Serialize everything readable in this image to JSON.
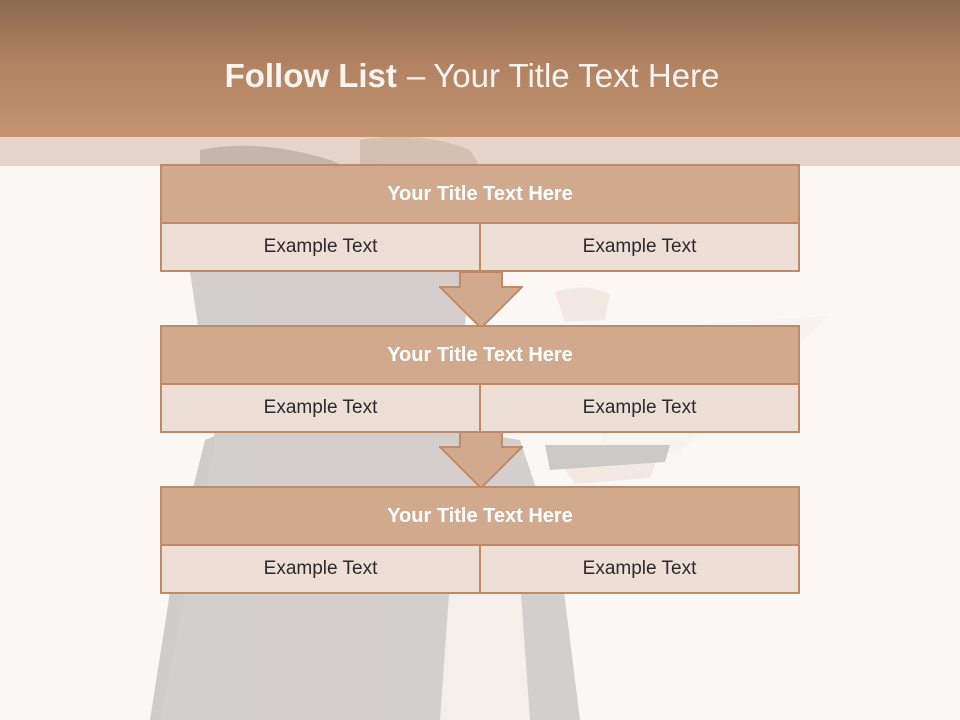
{
  "slide": {
    "title_bold": "Follow List",
    "title_sep": "–",
    "title_rest": "Your Title Text Here"
  },
  "steps": [
    {
      "title": "Your Title Text Here",
      "left": "Example Text",
      "right": "Example Text"
    },
    {
      "title": "Your Title Text Here",
      "left": "Example Text",
      "right": "Example Text"
    },
    {
      "title": "Your Title Text Here",
      "left": "Example Text",
      "right": "Example Text"
    }
  ],
  "colors": {
    "header": "#b08262",
    "box_header": "#d1a98c",
    "box_body": "#eddfd6",
    "border": "#c08a66",
    "background": "#fbf7f4"
  },
  "icons": [
    "down-arrow-icon",
    "down-arrow-icon"
  ]
}
